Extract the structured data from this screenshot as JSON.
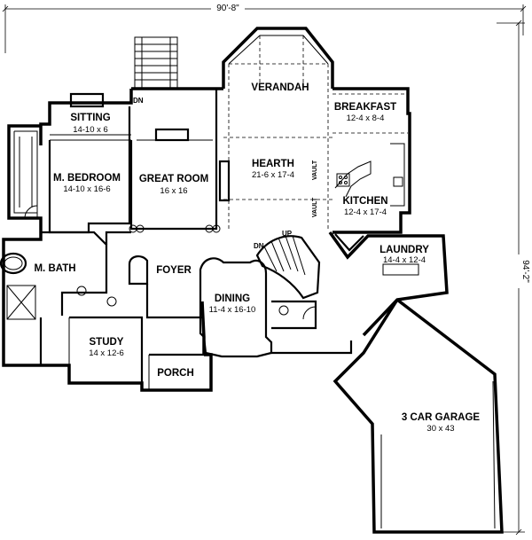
{
  "dimensions": {
    "overall_width": "90'-8\"",
    "overall_depth": "94'-2\""
  },
  "rooms": {
    "verandah": {
      "name": "VERANDAH"
    },
    "breakfast": {
      "name": "BREAKFAST",
      "size": "12-4 x 8-4"
    },
    "sitting": {
      "name": "SITTING",
      "size": "14-10 x 6"
    },
    "m_bedroom": {
      "name": "M. BEDROOM",
      "size": "14-10 x 16-6"
    },
    "great_room": {
      "name": "GREAT ROOM",
      "size": "16 x 16"
    },
    "hearth": {
      "name": "HEARTH",
      "size": "21-6 x 17-4"
    },
    "kitchen": {
      "name": "KITCHEN",
      "size": "12-4 x 17-4"
    },
    "laundry": {
      "name": "LAUNDRY",
      "size": "14-4 x 12-4"
    },
    "m_bath": {
      "name": "M. BATH"
    },
    "foyer": {
      "name": "FOYER"
    },
    "dining": {
      "name": "DINING",
      "size": "11-4 x 16-10"
    },
    "study": {
      "name": "STUDY",
      "size": "14 x 12-6"
    },
    "porch": {
      "name": "PORCH"
    },
    "garage": {
      "name": "3 CAR GARAGE",
      "size": "30 x 43"
    }
  },
  "notes": {
    "vault": "VAULT",
    "down": "DN",
    "up": "UP"
  }
}
